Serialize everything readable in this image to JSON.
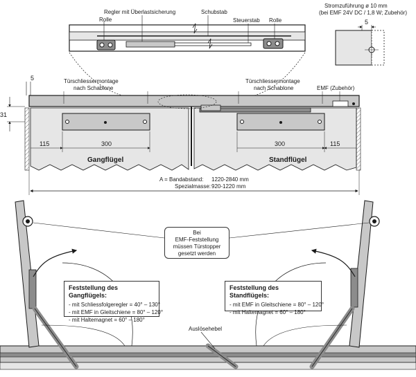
{
  "top_detail": {
    "regler": "Regler mit Überlastsicherung",
    "schubstab": "Schubstab",
    "rolle_left": "Rolle",
    "rolle_right": "Rolle",
    "steuerstab": "Steuerstab"
  },
  "power_detail": {
    "line1": "Stromzuführung ø 10 mm",
    "line2": "(bei EMF 24V DC / 1,8 W; Zubehör)",
    "dim_5": "5"
  },
  "elevation": {
    "tuerschliesser_left_1": "Türschliessermontage",
    "tuerschliesser_left_2": "nach Schablone",
    "tuerschliesser_right_1": "Türschliessermontage",
    "tuerschliesser_right_2": "nach Schablone",
    "emf": "EMF (Zubehör)",
    "dim_5": "5",
    "dim_31": "31",
    "dim_115_left": "115",
    "dim_300_left": "300",
    "dim_300_right": "300",
    "dim_115_right": "115",
    "gangfluegel": "Gangflügel",
    "standfluegel": "Standflügel",
    "band_label": "A = Bandabstand:",
    "band_value": "1220-2840 mm",
    "spezial_label": "Spezialmasse:",
    "spezial_value": "920-1220 mm"
  },
  "plan": {
    "note_1": "Bei",
    "note_2": "EMF-Feststellung",
    "note_3": "müssen Türstopper",
    "note_4": "gesetzt werden",
    "gang_title": "Feststellung des Gangflügels:",
    "gang_rows": [
      {
        "label": "- mit Schliessfolgeregler",
        "value": "= 40° – 130°"
      },
      {
        "label": "- mit EMF in Gleitschiene",
        "value": "= 80° – 120°"
      },
      {
        "label": "- mit Haltemagnet",
        "value": "= 60° – 180°"
      }
    ],
    "stand_title": "Feststellung des Standflügels:",
    "stand_rows": [
      {
        "label": "- mit EMF in Gleitschiene",
        "value": "= 80° – 120°"
      },
      {
        "label": "- mit Haltemagnet",
        "value": "= 60° – 180°"
      }
    ],
    "ausloesehebel": "Auslösehebel"
  },
  "colors": {
    "line": "#1a1a1a",
    "fill_grey": "#c8c8c8",
    "fill_dark": "#8c8c8c",
    "panel": "#e6e6e6"
  }
}
